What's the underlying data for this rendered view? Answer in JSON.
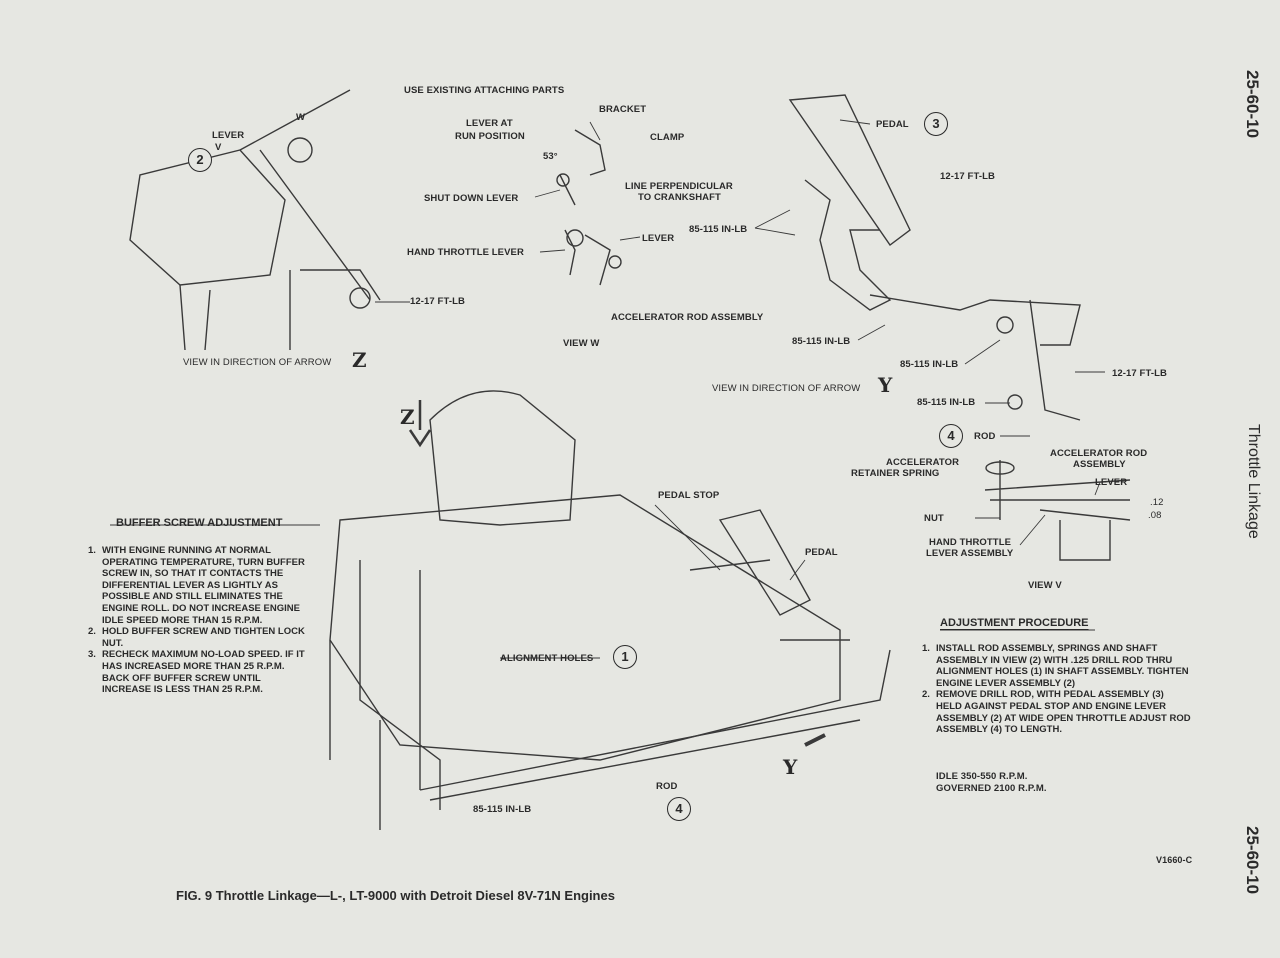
{
  "page_number_top": "25-60-10",
  "page_number_bottom": "25-60-10",
  "section_title": "Throttle Linkage",
  "caption": "FIG. 9 Throttle Linkage—L-, LT-9000 with Detroit Diesel 8V-71N Engines",
  "figure_code": "V1660-C",
  "view_w": {
    "title": "VIEW W",
    "labels": [
      "USE EXISTING ATTACHING PARTS",
      "BRACKET",
      "LEVER AT",
      "RUN POSITION",
      "53°",
      "CLAMP",
      "LINE PERPENDICULAR",
      "TO CRANKSHAFT",
      "SHUT DOWN LEVER",
      "HAND THROTTLE LEVER",
      "LEVER",
      "ACCELERATOR ROD ASSEMBLY"
    ]
  },
  "view_z": {
    "title": "VIEW IN DIRECTION OF ARROW",
    "arrow_letter": "Z",
    "callout": "2",
    "labels": [
      "LEVER",
      "V",
      "W",
      "12-17 FT-LB"
    ]
  },
  "view_y": {
    "title": "VIEW IN DIRECTION OF ARROW",
    "arrow_letter": "Y",
    "labels": [
      "PEDAL",
      "12-17 FT-LB",
      "85-115 IN-LB",
      "85-115 IN-LB",
      "85-115 IN-LB",
      "12-17 FT-LB",
      "85-115 IN-LB",
      "ROD"
    ],
    "callouts": [
      "3",
      "4"
    ]
  },
  "view_v": {
    "title": "VIEW V",
    "labels": [
      "ACCELERATOR",
      "RETAINER SPRING",
      "ACCELERATOR ROD",
      "ASSEMBLY",
      "LEVER",
      "NUT",
      "HAND THROTTLE",
      "LEVER ASSEMBLY",
      ".12",
      ".08"
    ]
  },
  "main_view": {
    "labels": [
      "Z",
      "PEDAL STOP",
      "PEDAL",
      "ALIGNMENT HOLES",
      "ROD",
      "85-115 IN-LB",
      "Y"
    ],
    "callouts": [
      "1",
      "4"
    ]
  },
  "buffer_screw": {
    "heading": "BUFFER SCREW ADJUSTMENT",
    "steps": [
      {
        "n": "1.",
        "text": "WITH ENGINE RUNNING AT NORMAL OPERATING TEMPERATURE, TURN BUFFER SCREW IN, SO THAT IT CONTACTS THE DIFFERENTIAL LEVER AS LIGHTLY AS POSSIBLE AND STILL ELIMINATES THE ENGINE ROLL. DO NOT INCREASE ENGINE IDLE SPEED MORE THAN 15 R.P.M."
      },
      {
        "n": "2.",
        "text": "HOLD BUFFER SCREW AND TIGHTEN LOCK NUT."
      },
      {
        "n": "3.",
        "text": "RECHECK MAXIMUM NO-LOAD SPEED. IF IT HAS INCREASED MORE THAN 25 R.P.M. BACK OFF BUFFER SCREW UNTIL INCREASE IS LESS THAN 25 R.P.M."
      }
    ]
  },
  "adjustment": {
    "heading": "ADJUSTMENT PROCEDURE",
    "steps": [
      {
        "n": "1.",
        "text": "INSTALL ROD ASSEMBLY, SPRINGS AND SHAFT ASSEMBLY IN VIEW (2) WITH .125 DRILL ROD THRU ALIGNMENT HOLES (1) IN SHAFT ASSEMBLY. TIGHTEN ENGINE LEVER ASSEMBLY (2)"
      },
      {
        "n": "2.",
        "text": "REMOVE DRILL ROD, WITH PEDAL ASSEMBLY (3) HELD AGAINST PEDAL STOP AND ENGINE LEVER ASSEMBLY (2) AT WIDE OPEN THROTTLE ADJUST ROD ASSEMBLY (4) TO LENGTH."
      }
    ],
    "idle": "IDLE 350-550 R.P.M.",
    "governed": "GOVERNED 2100 R.P.M."
  }
}
